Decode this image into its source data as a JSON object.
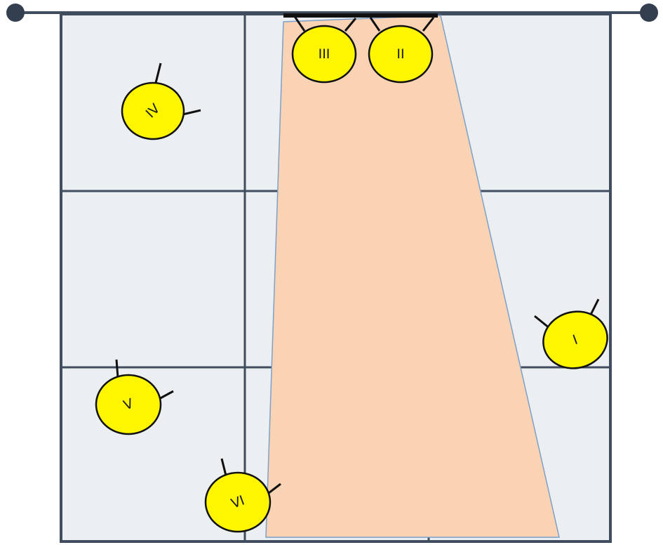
{
  "colors": {
    "background": "#ffffff",
    "cell_fill": "#ebeff2",
    "grid_line": "#3f4d5e",
    "rail": "#3f4d5e",
    "rail_knob": "#333f4f",
    "beam_fill": "#f9d3b3",
    "beam_edge": "#7ea0c8",
    "top_bar": "#111111",
    "marker_fill": "#fef500",
    "marker_stroke": "#111111"
  },
  "markers": [
    {
      "id": "I",
      "label": "I"
    },
    {
      "id": "II",
      "label": "II"
    },
    {
      "id": "III",
      "label": "III"
    },
    {
      "id": "IV",
      "label": "IV"
    },
    {
      "id": "V",
      "label": "V"
    },
    {
      "id": "VI",
      "label": "VI"
    }
  ]
}
